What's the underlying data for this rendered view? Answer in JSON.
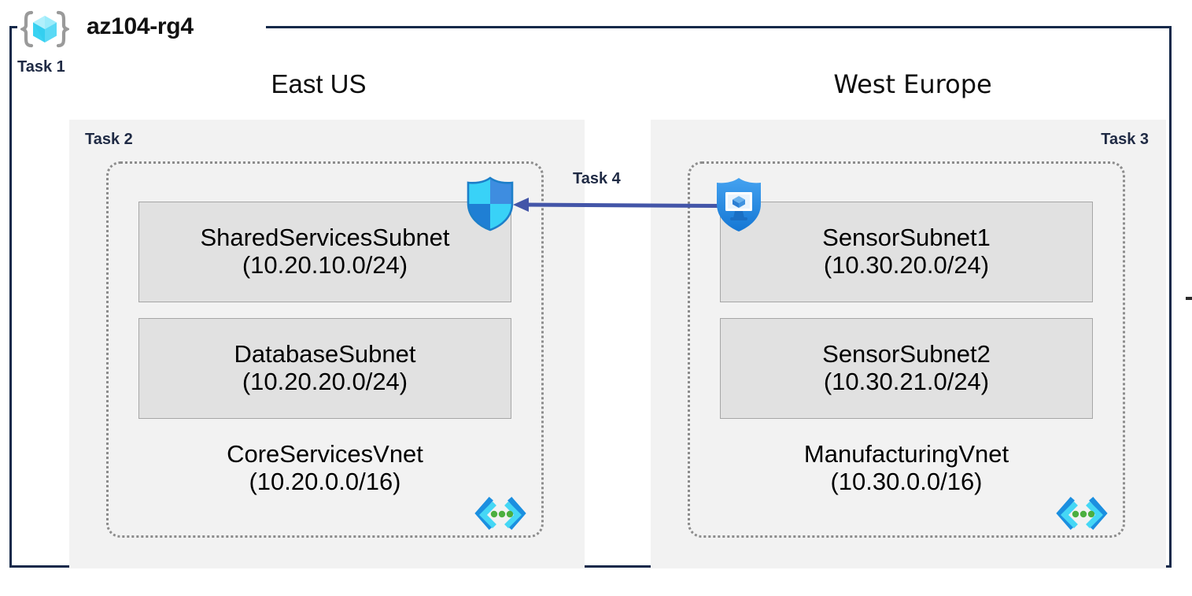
{
  "diagram": {
    "resource_group": {
      "name": "az104-rg4",
      "icon": "resource-group-cube-icon",
      "task_label": "Task 1",
      "border_color": "#14294a"
    },
    "task_label_color": "#1f2a44",
    "regions": [
      {
        "title": "East US",
        "task_label": "Task 2",
        "task_label_align": "left",
        "vnet": {
          "name": "CoreServicesVnet",
          "cidr": "(10.20.0.0/16)",
          "icon": "virtual-network-icon",
          "subnets": [
            {
              "name": "SharedServicesSubnet",
              "cidr": "(10.20.10.0/24)"
            },
            {
              "name": "DatabaseSubnet",
              "cidr": "(10.20.20.0/24)"
            }
          ]
        }
      },
      {
        "title": "West Europe",
        "task_label": "Task 3",
        "task_label_align": "right",
        "vnet": {
          "name": "ManufacturingVnet",
          "cidr": "(10.30.0.0/16)",
          "icon": "virtual-network-icon",
          "subnets": [
            {
              "name": "SensorSubnet1",
              "cidr": "(10.30.20.0/24)"
            },
            {
              "name": "SensorSubnet2",
              "cidr": "(10.30.21.0/24)"
            }
          ]
        }
      }
    ],
    "security": {
      "firewall_icon": "azure-firewall-shield-icon",
      "bastion_icon": "network-security-group-shield-icon"
    },
    "peering": {
      "task_label": "Task 4",
      "direction": "right-to-left",
      "arrow_color": "#4355a8",
      "icon": "peering-arrow-icon"
    },
    "colors": {
      "region_fill": "#f2f2f2",
      "subnet_fill": "#e1e1e1",
      "subnet_border": "#a6a6a6",
      "vnet_border": "#8c8c8c",
      "frame": "#14294a",
      "accent_cyan": "#32c8f5",
      "accent_blue": "#2b87dc"
    }
  }
}
